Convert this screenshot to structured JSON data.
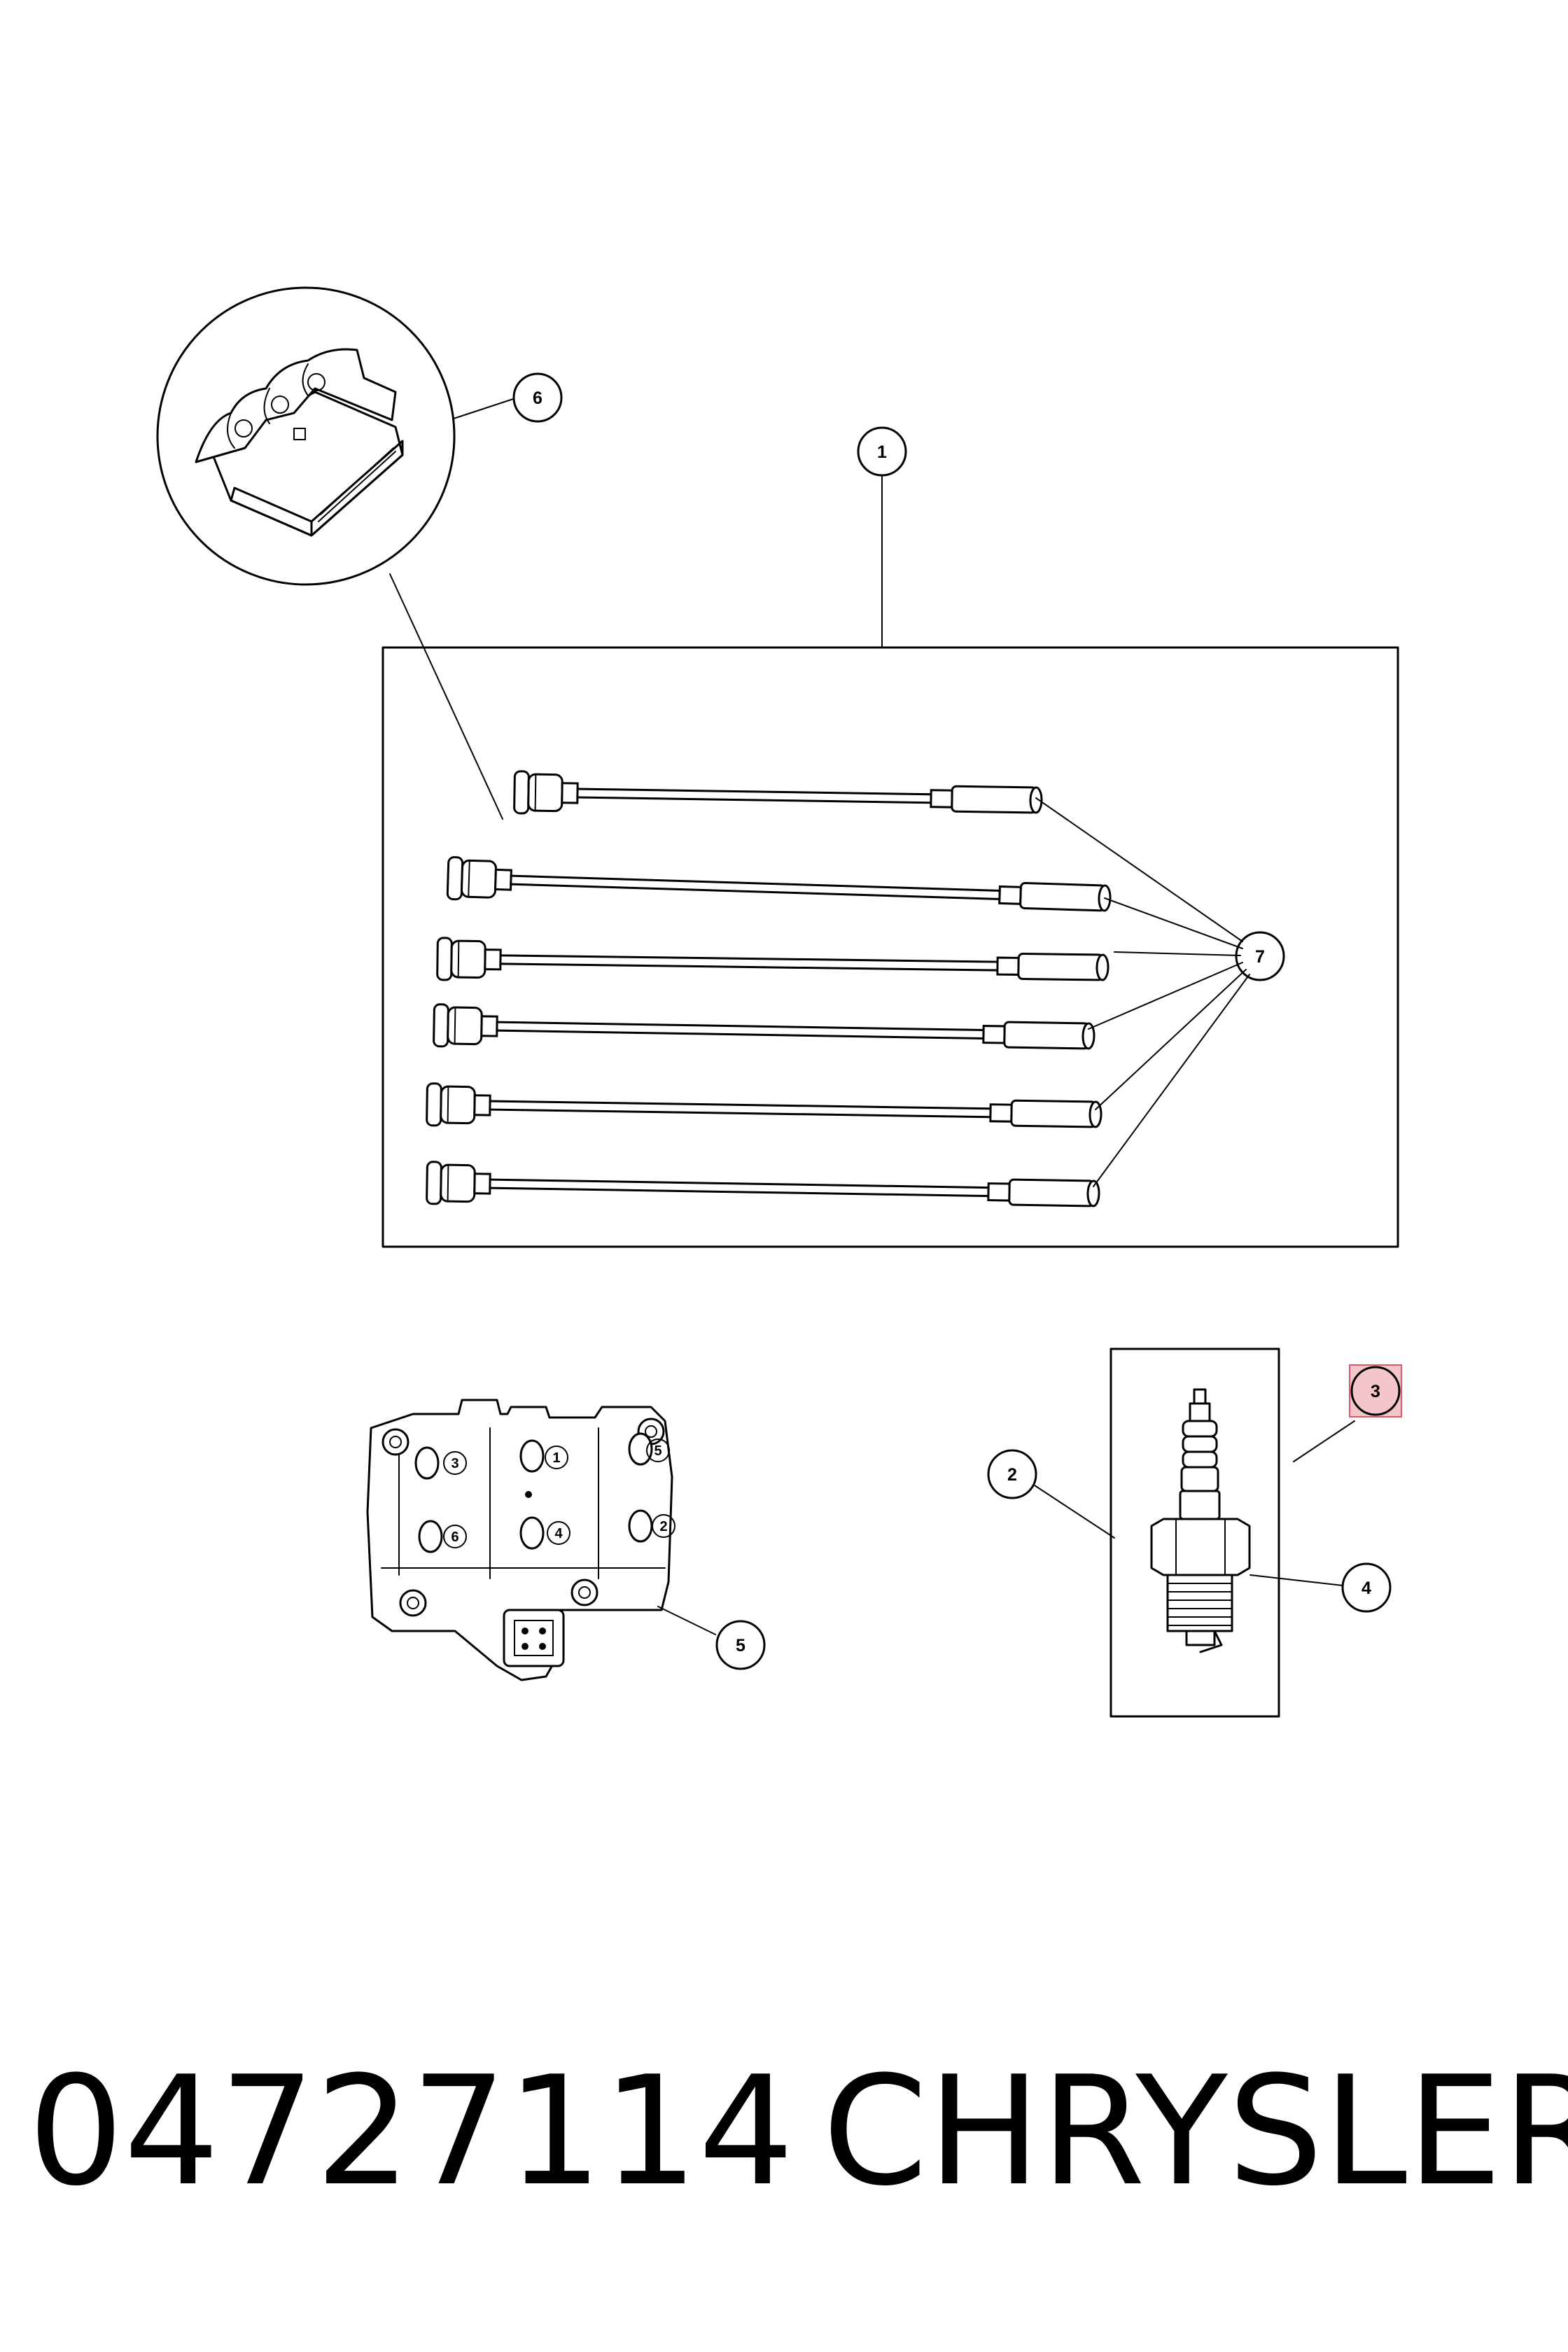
{
  "callouts": {
    "c1": "1",
    "c2": "2",
    "c3": "3",
    "c4": "4",
    "c5": "5",
    "c6": "6",
    "c7": "7"
  },
  "coil_terminals": {
    "t1": "1",
    "t2": "2",
    "t3": "3",
    "t4": "4",
    "t5": "5",
    "t6": "6"
  },
  "footer": {
    "part_number": "04727114",
    "brand": "CHRYSLER"
  },
  "highlight_color": "#f4c6cc"
}
